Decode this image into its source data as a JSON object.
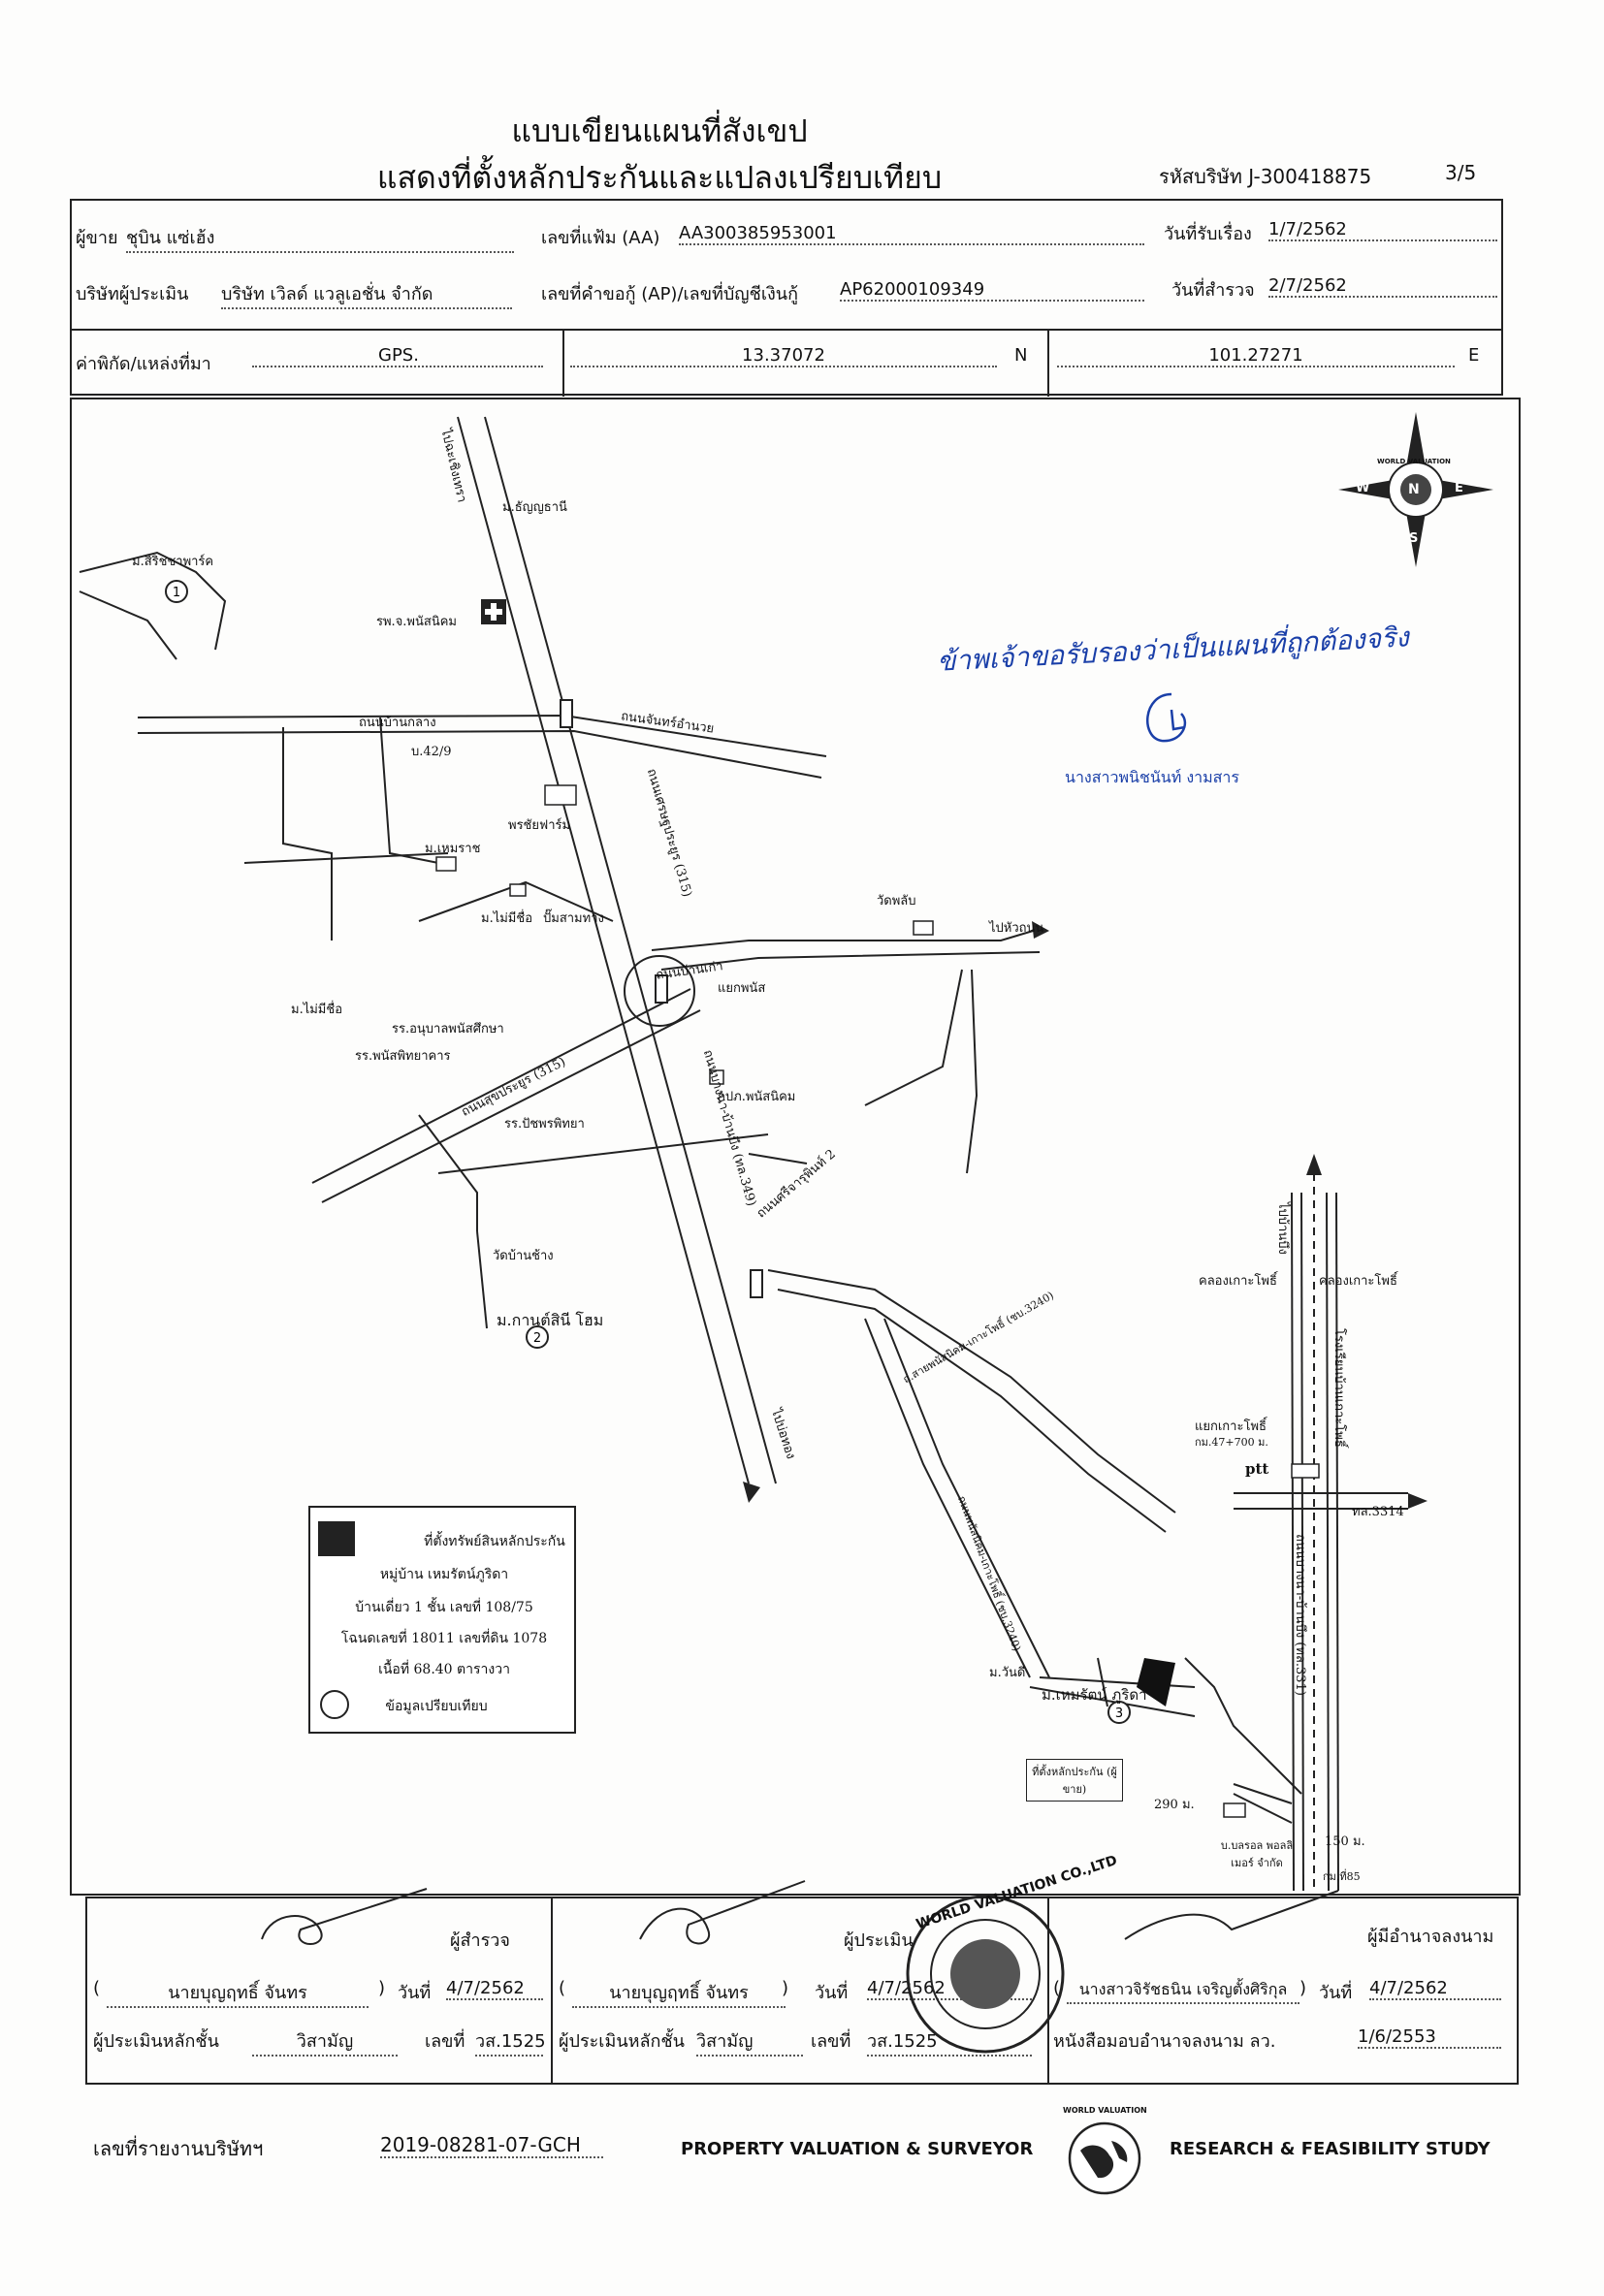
{
  "header": {
    "title_line1": "แบบเขียนแผนที่สังเขป",
    "title_line2": "แสดงที่ตั้งหลักประกันและแปลงเปรียบเทียบ",
    "company_code_label": "รหัสบริษัท",
    "company_code": "J-300418875",
    "page": "3/5"
  },
  "info": {
    "owner_label": "ผู้ขาย",
    "owner": "ชุบิน แซ่เฮ้ง",
    "file_no_label": "เลขที่แฟ้ม (AA)",
    "file_no": "AA300385953001",
    "received_label": "วันที่รับเรื่อง",
    "received_date": "1/7/2562",
    "appraiser_co_label": "บริษัทผู้ประเมิน",
    "appraiser_co": "บริษัท เวิลด์ แวลูเอชั่น จำกัด",
    "request_no_label": "เลขที่คำขอกู้ (AP)/เลขที่บัญชีเงินกู้",
    "request_no": "AP62000109349",
    "survey_label": "วันที่สำรวจ",
    "survey_date": "2/7/2562",
    "coord_label": "ค่าพิกัด/แหล่งที่มา",
    "coord_source": "GPS.",
    "lat": "13.37072",
    "lat_dir": "N",
    "lon": "101.27271",
    "lon_dir": "E"
  },
  "map": {
    "compass": {
      "n": "N",
      "s": "S",
      "e": "E",
      "w": "W",
      "ring": "WORLD VALUATION"
    },
    "handwritten_note": "ข้าพเจ้าขอรับรองว่าเป็นแผนที่ถูกต้องจริง",
    "handwritten_name": "นางสาวพนิชนันท์ งามสาร",
    "labels": {
      "to_chachoengsao": "ไปฉะเชิงเทรา",
      "tanyathani": "ม.ธัญญธานี",
      "sirichaya": "ม.สิริชชาพาร์ค",
      "hospital": "รพ.จ.พนัสนิคม",
      "rd_ban_klang": "ถนนบ้านกลาง",
      "rd_chan_amnuai": "ถนนจันทร์อำนวย",
      "house_42_9": "บ.42/9",
      "phrachat_farm": "พรชัยฟาร์ม",
      "rd_setthaprayoon": "ถนนเศรษฐประยูร (315)",
      "hemaraj": "ม.เหมราช",
      "mai_chue": "ม.ไม่มีชื่อ",
      "gas_station": "ปั๊มสามทาง",
      "wat_phlub": "วัดพลับ",
      "to_hua_thanon": "ไปหัวถนน",
      "rd_ban_kao": "ถนนบ้านเก่า",
      "yaek_phanat": "แยกพนัส",
      "mai_chue_2": "ม.ไม่มีชื่อ",
      "kindergarten": "รร.อนุบาลพนัสศึกษา",
      "phanat_school": "รร.พนัสพิทยาคาร",
      "police": "กปภ.พนัสนิคม",
      "rd_sukprayoon": "ถนนสุขประยูร (315)",
      "patchara_school": "รร.ปัชพรพิทยา",
      "rd_bang_na": "ถนนบางนา-บ้านบึง (ทล.349)",
      "wat_ban_chang": "วัดบ้านช้าง",
      "rd_sri_charoen": "ถนนศรีจารุพินท์ 2",
      "kanthasini": "ม.กานต์สินี โฮม",
      "to_bo_thong": "ไปบ่อทอง",
      "khlong_ko_pho_l": "คลองเกาะโพธิ์",
      "khlong_ko_pho_r": "คลองเกาะโพธิ์",
      "to_ban_bueng": "ไปบ้านบึง",
      "yaek_ko_pho": "แยกเกาะโพธิ์",
      "km_47_700": "กม.47+700 ม.",
      "ptt": "ptt",
      "rd_3314": "ทล.3314",
      "ko_pho_school": "โรงเรียนบ้านเกาะโพธิ์",
      "rd_ko_pho": "ถ.สายพนัสนิคม-เกาะโพธิ์ (ชบ.3240)",
      "rd_bangna_bueng_right": "ถนนบางนา-บ้านบึง (ทล.331)",
      "wandee": "ม.วันดี",
      "hemarat_phurida": "ม.เหมรัตน์ ภูริดา",
      "collateral": "ที่ตั้งหลักประกัน (ผู้ขาย)",
      "dist_290": "290 ม.",
      "dist_150": "150 ม.",
      "company_small": "บ.บลรอล พอลลิเมอร์ จำกัด",
      "km_85": "กม.ที่85",
      "road_3240": "ถนนพนัสนิคม-เกาะโพธิ์ (ชบ.3240)"
    },
    "markers": [
      "1",
      "2",
      "3"
    ]
  },
  "legend": {
    "line1": "ที่ตั้งทรัพย์สินหลักประกัน",
    "line2": "หมู่บ้าน เหมรัตน์ภูริดา",
    "line3": "บ้านเดี่ยว 1 ชั้น เลขที่ 108/75",
    "line4": "โฉนดเลขที่ 18011 เลขที่ดิน 1078",
    "line5": "เนื้อที่ 68.40 ตารางวา",
    "line6": "ข้อมูลเปรียบเทียบ"
  },
  "signatures": {
    "surveyor_title": "ผู้สำรวจ",
    "surveyor_name": "นายบุญฤทธิ์ จันทร",
    "date_label": "วันที่",
    "surveyor_date": "4/7/2562",
    "valuer_role_label": "ผู้ประเมินหลักชั้น",
    "valuer_role": "วิสามัญ",
    "no_label": "เลขที่",
    "valuer_no": "วส.1525",
    "appraiser_title": "ผู้ประเมิน",
    "appraiser_name": "นายบุญฤทธิ์ จันทร",
    "appraiser_date": "4/7/2562",
    "appraiser_role_label": "ผู้ประเมินหลักชั้น",
    "appraiser_role": "วิสามัญ",
    "appraiser_no": "วส.1525",
    "authorized_title": "ผู้มีอำนาจลงนาม",
    "authorized_name": "นางสาวจิรัชธนิน เจริญตั้งศิริกุล",
    "authorized_date": "4/7/2562",
    "letter_label": "หนังสือมอบอำนาจลงนาม ลว.",
    "letter_date": "1/6/2553",
    "stamp_text": "WORLD VALUATION CO.,LTD"
  },
  "footer": {
    "report_no_label": "เลขที่รายงานบริษัทฯ",
    "report_no": "2019-08281-07-GCH",
    "left_tag": "PROPERTY VALUATION  &  SURVEYOR",
    "right_tag": "RESEARCH  &  FEASIBILITY STUDY",
    "logo_text": "WORLD VALUATION"
  }
}
